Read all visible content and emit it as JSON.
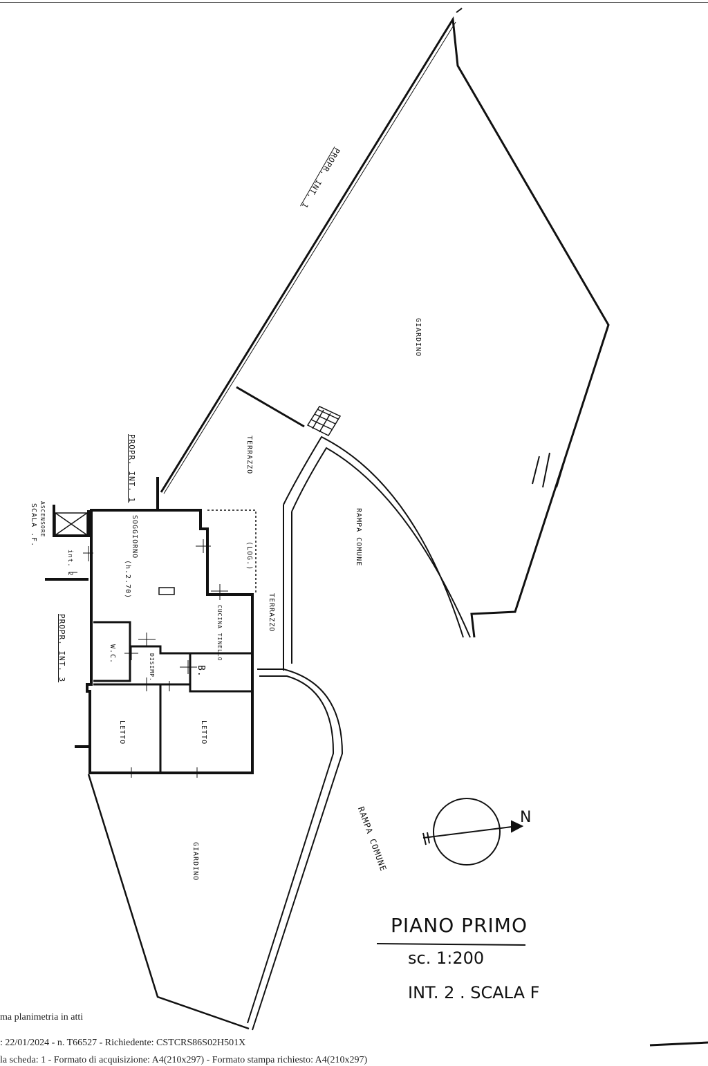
{
  "plan": {
    "rooms": {
      "giardino_top": "GIARDINO",
      "giardino_bottom": "GIARDINO",
      "terrazzo_top": "TERRAZZO",
      "terrazzo_side": "TERRAZZO",
      "rampa_comune_top": "RAMPA COMUNE",
      "rampa_comune_bottom": "RAMPA COMUNE",
      "soggiorno": "SOGGIORNO",
      "soggiorno_height": "(h.2.70)",
      "loggia": "(LOG.)",
      "cucina": "CUCINA TINELLO",
      "wc": "W.C.",
      "disimp": "DISIMP.",
      "bagno": "B.",
      "letto_1": "LETTO",
      "letto_2": "LETTO",
      "ascensore": "ASCENSORE",
      "scala": "SCALA .F.",
      "int": "int. 2"
    },
    "neighbours": {
      "propr_int_1_top": "PROPR. INT. 1",
      "propr_int_1": "PROPR. INT. 1",
      "propr_int_3": "PROPR. INT. 3"
    },
    "compass": "N",
    "title": "PIANO PRIMO",
    "scale": "sc. 1:200",
    "unit": "INT. 2 . SCALA F"
  },
  "footer": {
    "line1": "ma planimetria in atti",
    "line2": ": 22/01/2024 - n. T66527 - Richiedente: CSTCRS86S02H501X",
    "line3": "la scheda: 1 - Formato di acquisizione: A4(210x297) - Formato stampa richiesto: A4(210x297)"
  }
}
